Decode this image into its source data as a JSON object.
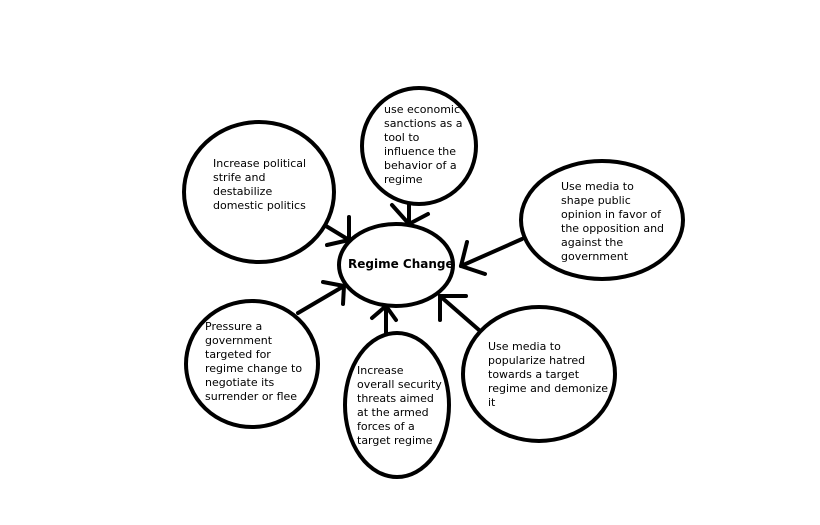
{
  "center": {
    "label": "Regime Change"
  },
  "nodes": [
    {
      "id": "economic-sanctions",
      "text": "use economic\nsanctions as a\ntool to\ninfluence the\nbehavior of a\nregime"
    },
    {
      "id": "political-strife",
      "text": "Increase political\nstrife and\ndestabilize\ndomestic politics"
    },
    {
      "id": "media-opinion",
      "text": "Use media to\nshape public\nopinion in favor of\nthe opposition and\nagainst the\ngovernment"
    },
    {
      "id": "pressure-government",
      "text": "Pressure a\ngovernment\ntargeted for\nregime change to\nnegotiate its\nsurrender or flee"
    },
    {
      "id": "security-threats",
      "text": "Increase\noverall security\nthreats aimed\nat the armed\nforces of a\ntarget regime"
    },
    {
      "id": "media-hatred",
      "text": "Use media to\npopularize hatred\ntowards a target\nregime and demonize\nit"
    }
  ]
}
